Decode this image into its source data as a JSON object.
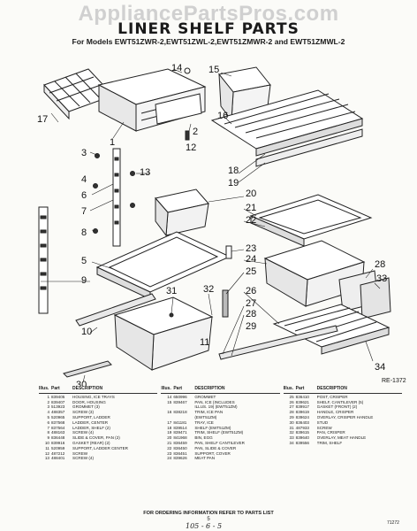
{
  "watermark": "AppliancePartsPros.com",
  "title": "LINER SHELF PARTS",
  "subtitle": "For Models EWT51ZWR-2,EWT51ZWL-2,EWT51ZMWR-2 and EWT51ZMWL-2",
  "diagram": {
    "ref_code": "RE-1372",
    "callouts": [
      "1",
      "2",
      "3",
      "4",
      "5",
      "6",
      "7",
      "8",
      "9",
      "10",
      "11",
      "12",
      "13",
      "14",
      "15",
      "16",
      "17",
      "18",
      "19",
      "20",
      "21",
      "22",
      "23",
      "24",
      "25",
      "26",
      "27",
      "28",
      "29",
      "30",
      "31",
      "32",
      "33",
      "34"
    ]
  },
  "table": {
    "headers": {
      "illus": "Illus.",
      "no": "No.",
      "part": "Part",
      "description": "DESCRIPTION"
    },
    "columns": [
      [
        {
          "n": "1",
          "p": "839405",
          "d": "HOUSING, ICE TRAYS"
        },
        {
          "n": "2",
          "p": "839407",
          "d": "DOOR, HOUSING"
        },
        {
          "n": "3",
          "p": "513923",
          "d": "GROMMET (3)"
        },
        {
          "n": "4",
          "p": "488357",
          "d": "SCREW (3)"
        },
        {
          "n": "5",
          "p": "520965",
          "d": "SUPPORT, LADDER"
        },
        {
          "n": "6",
          "p": "837568",
          "d": "LADDER, CENTER"
        },
        {
          "n": "7",
          "p": "837564",
          "d": "LADDER, SHELF (2)"
        },
        {
          "n": "8",
          "p": "488163",
          "d": "SCREW (4)"
        },
        {
          "n": "9",
          "p": "836448",
          "d": "SLIDE & COVER, PAN (2)"
        },
        {
          "n": "10",
          "p": "839916",
          "d": "GASKET (REAR) (2)"
        },
        {
          "n": "11",
          "p": "520959",
          "d": "SUPPORT, LADDER CENTER"
        },
        {
          "n": "12",
          "p": "487212",
          "d": "SCREW"
        },
        {
          "n": "13",
          "p": "488401",
          "d": "SCREW (4)"
        }
      ],
      [
        {
          "n": "14",
          "p": "650996",
          "d": "GROMMET"
        },
        {
          "n": "15",
          "p": "839467",
          "d": "PAN, ICE (INCLUDES"
        },
        {
          "n": "",
          "p": "",
          "d": "ILLUS. 19) (EWT51ZM)"
        },
        {
          "n": "16",
          "p": "838218",
          "d": "TRIM, ICE PAN"
        },
        {
          "n": "",
          "p": "",
          "d": "(EWT51ZM)"
        },
        {
          "n": "17",
          "p": "841181",
          "d": "TRAY, ICE"
        },
        {
          "n": "18",
          "p": "839514",
          "d": "SHELF (EWT51ZM)"
        },
        {
          "n": "19",
          "p": "839471",
          "d": "TRIM, SHELF (EWT51ZM)"
        },
        {
          "n": "20",
          "p": "841968",
          "d": "BIN, EGG"
        },
        {
          "n": "21",
          "p": "836459",
          "d": "PAN, SHELF CANTILEVER"
        },
        {
          "n": "22",
          "p": "836450",
          "d": "PAN, SLIDE & COVER"
        },
        {
          "n": "23",
          "p": "836451",
          "d": "SUPPORT, COVER"
        },
        {
          "n": "24",
          "p": "839626",
          "d": "MEAT PAN"
        }
      ],
      [
        {
          "n": "25",
          "p": "836410",
          "d": "POST, CRISPER"
        },
        {
          "n": "26",
          "p": "839621",
          "d": "SHELF, CANTILEVER (5)"
        },
        {
          "n": "27",
          "p": "839917",
          "d": "GASKET (FRONT) (2)"
        },
        {
          "n": "28",
          "p": "839619",
          "d": "HANDLE, CRISPER"
        },
        {
          "n": "29",
          "p": "839624",
          "d": "OVERLAY, CRISPER HANDLE"
        },
        {
          "n": "30",
          "p": "836403",
          "d": "STUD"
        },
        {
          "n": "31",
          "p": "487933",
          "d": "SCREW"
        },
        {
          "n": "32",
          "p": "839615",
          "d": "PAN, CRISPER"
        },
        {
          "n": "33",
          "p": "839640",
          "d": "OVERLAY, MEAT HANDLE"
        },
        {
          "n": "34",
          "p": "839556",
          "d": "TRIM, SHELF"
        }
      ]
    ]
  },
  "footnote": "FOR ORDERING INFORMATION REFER TO PARTS LIST",
  "page_number": "5",
  "handwritten_note": "105 - 6 - 5",
  "corner_code": "71272"
}
